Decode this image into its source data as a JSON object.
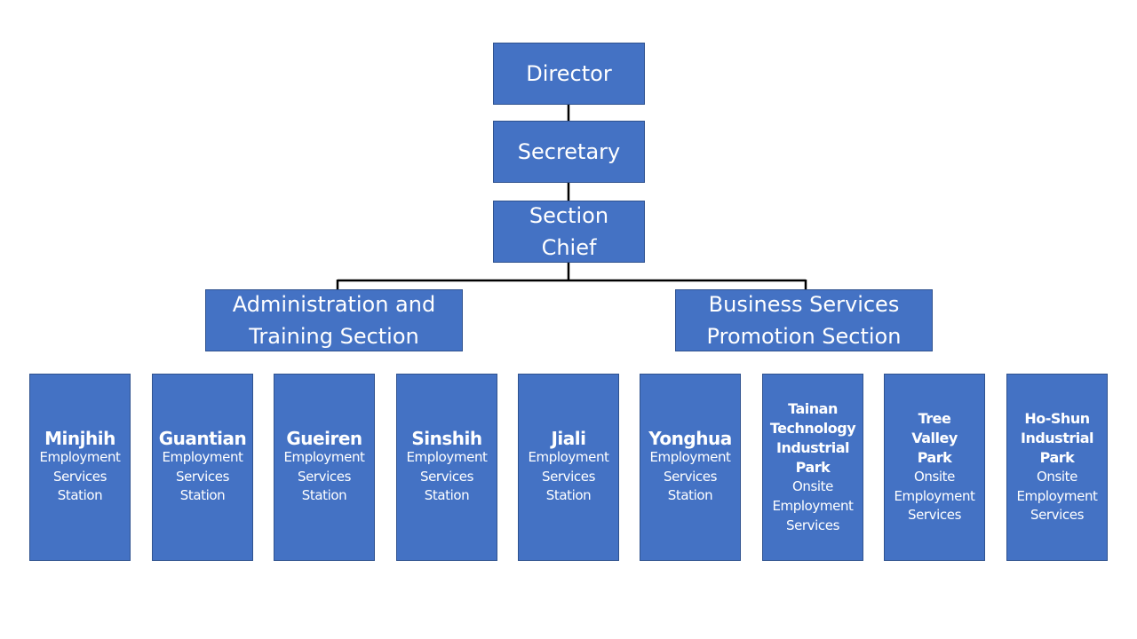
{
  "director": {
    "label": "Director"
  },
  "secretary": {
    "label": "Secretary"
  },
  "section_chief": {
    "label": "Section\nChief"
  },
  "sections": [
    {
      "label": "Administration and\nTraining Section"
    },
    {
      "label": "Business Services\nPromotion Section"
    }
  ],
  "stations": [
    {
      "name": "Minjhih",
      "desc": "Employment\nServices\nStation"
    },
    {
      "name": "Guantian",
      "desc": "Employment\nServices\nStation"
    },
    {
      "name": "Gueiren",
      "desc": "Employment\nServices\nStation"
    },
    {
      "name": "Sinshih",
      "desc": "Employment\nServices\nStation"
    },
    {
      "name": "Jiali",
      "desc": "Employment\nServices\nStation"
    },
    {
      "name": "Yonghua",
      "desc": "Employment\nServices\nStation"
    },
    {
      "name": "Tainan\nTechnology\nIndustrial\nPark",
      "desc": "Onsite\nEmployment\nServices"
    },
    {
      "name": "Tree\nValley\nPark",
      "desc": "Onsite\nEmployment\nServices"
    },
    {
      "name": "Ho-Shun\nIndustrial\nPark",
      "desc": "Onsite\nEmployment\nServices"
    }
  ],
  "colors": {
    "box_fill": "#4472c4",
    "box_border": "#2f528f",
    "box_text": "#ffffff",
    "connector": "#000000"
  }
}
